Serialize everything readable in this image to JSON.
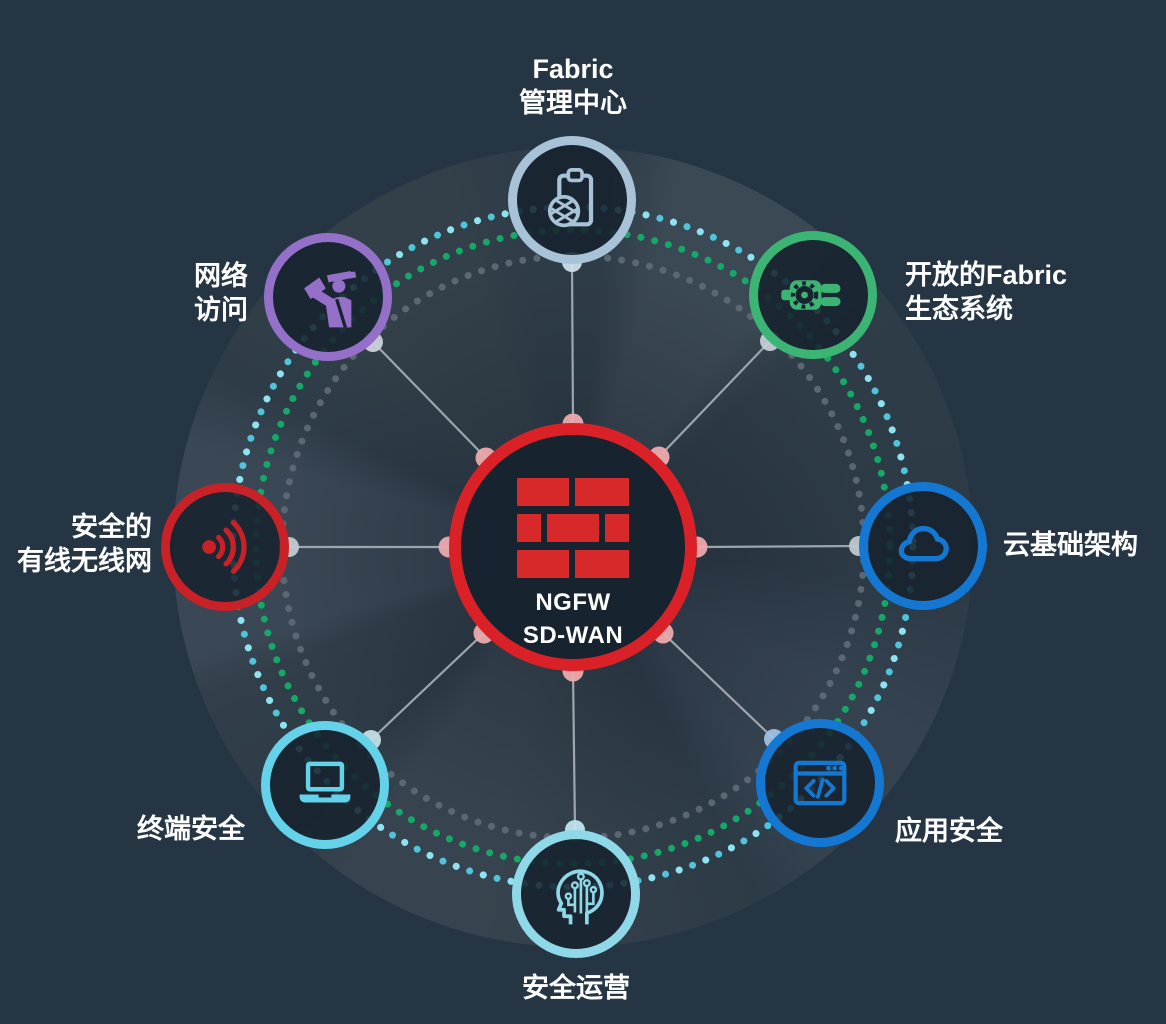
{
  "background": "#253544",
  "hub": {
    "label_line1": "NGFW",
    "label_line2": "SD-WAN",
    "icon": "firewall-bricks-icon",
    "ring_color": "#da2127",
    "brick_color": "#d7282a"
  },
  "nodes": [
    {
      "id": "fabric-management-center",
      "label_line1": "Fabric",
      "label_line2": "管理中心",
      "color": "#a8c3d8",
      "icon": "clipboard-globe-icon",
      "label_position": "top"
    },
    {
      "id": "open-fabric-ecosystem",
      "label_line1": "开放的Fabric",
      "label_line2": "生态系统",
      "color": "#3cb474",
      "icon": "plug-gear-icon",
      "label_position": "right"
    },
    {
      "id": "cloud-infrastructure",
      "label_line1": "云基础架构",
      "color": "#1478d2",
      "icon": "cloud-icon",
      "label_position": "right"
    },
    {
      "id": "application-security",
      "label_line1": "应用安全",
      "color": "#1478d2",
      "icon": "browser-code-icon",
      "label_position": "right"
    },
    {
      "id": "security-operations",
      "label_line1": "安全运营",
      "color": "#8ed8e8",
      "icon": "head-circuit-icon",
      "label_position": "bottom"
    },
    {
      "id": "endpoint-security",
      "label_line1": "终端安全",
      "color": "#64d2e9",
      "icon": "laptop-icon",
      "label_position": "left"
    },
    {
      "id": "secure-wired-wireless",
      "label_line1": "安全的",
      "label_line2": "有线无线网",
      "color": "#c92128",
      "icon": "wifi-icon",
      "label_position": "left"
    },
    {
      "id": "network-access",
      "label_line1": "网络",
      "label_line2": "访问",
      "color": "#9470c8",
      "icon": "guard-icon",
      "label_position": "left"
    }
  ],
  "rings": {
    "outer_color": "#4fc4da",
    "middle_color": "#14ae69",
    "inner_color": "#5e6b76"
  },
  "spoke_color": "#a9b2ba"
}
